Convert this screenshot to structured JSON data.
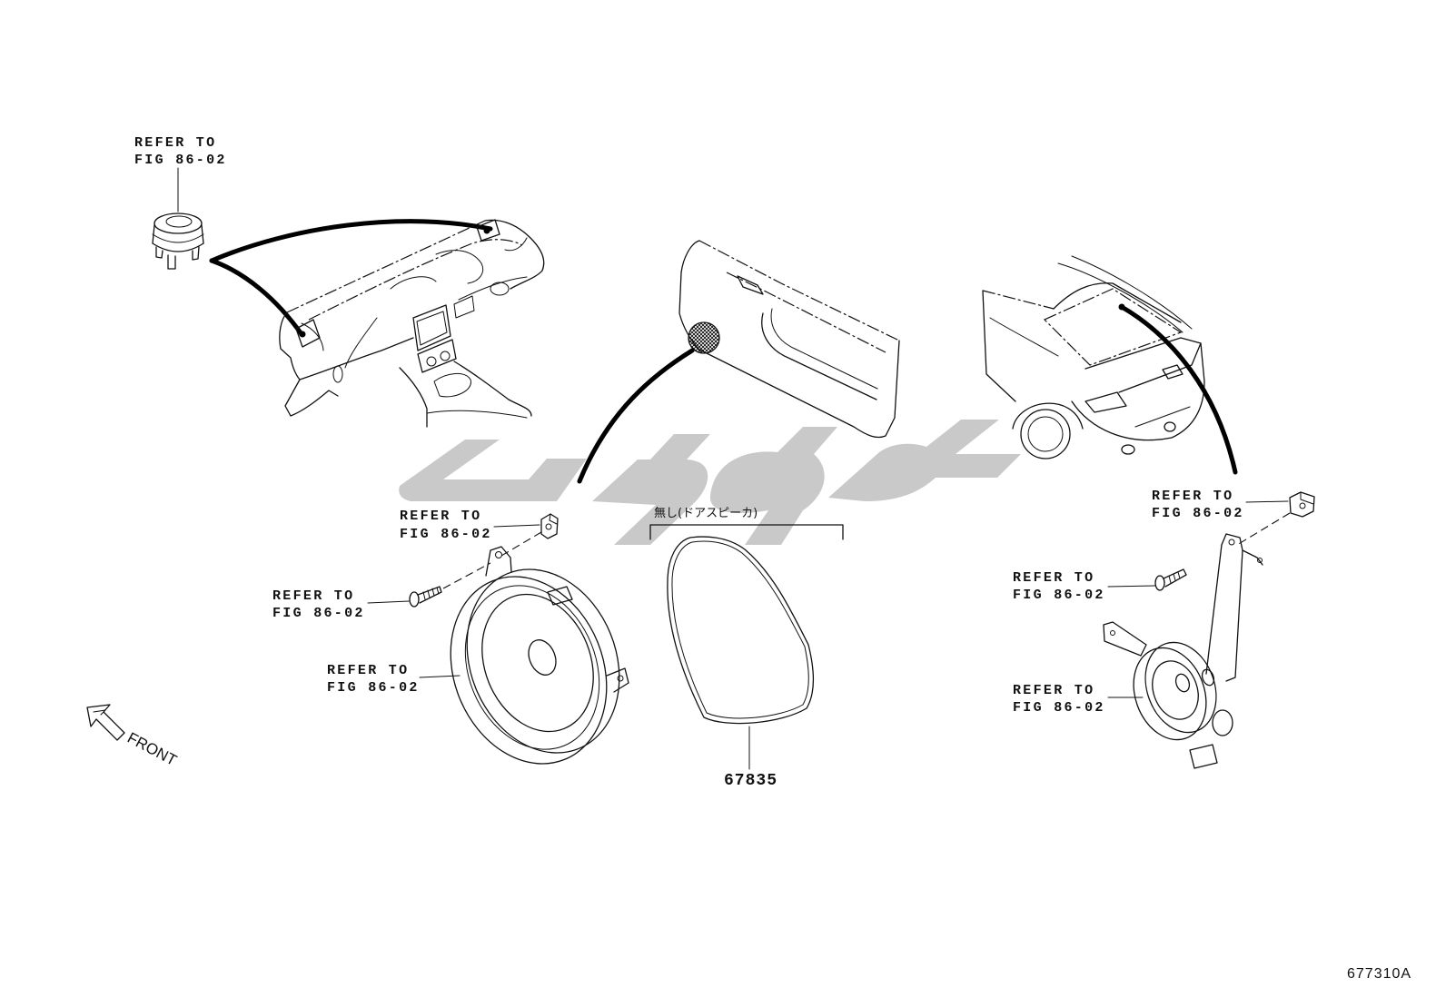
{
  "diagram": {
    "refer_labels": [
      {
        "line1": "REFER TO",
        "line2": "FIG 86-02"
      },
      {
        "line1": "REFER TO",
        "line2": "FIG 86-02"
      },
      {
        "line1": "REFER TO",
        "line2": "FIG 86-02"
      },
      {
        "line1": "REFER TO",
        "line2": "FIG 86-02"
      },
      {
        "line1": "REFER TO",
        "line2": "FIG 86-02"
      },
      {
        "line1": "REFER TO",
        "line2": "FIG 86-02"
      },
      {
        "line1": "REFER TO",
        "line2": "FIG 86-02"
      }
    ],
    "part_number": "67835",
    "note": "無し(ドアスピーカ)",
    "front_label": "FRONT",
    "figure_id": "677310A"
  }
}
